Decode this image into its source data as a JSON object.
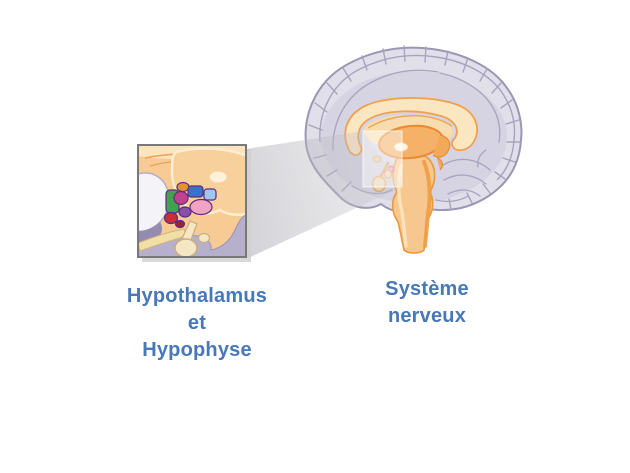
{
  "labels": {
    "inset_caption": {
      "lines": [
        "Hypothalamus",
        "et",
        "Hypophyse"
      ]
    },
    "brain_caption": {
      "lines": [
        "Système",
        "nerveux"
      ]
    }
  },
  "colors": {
    "caption_text": "#4878b8",
    "background": "#ffffff",
    "cortex_fill": "#e1e0ea",
    "cortex_stroke": "#9b96b4",
    "cortex_inner": "#d6d4e2",
    "sulci": "#a7a3bd",
    "callosum_fill": "#fbe6c2",
    "callosum_stroke": "#f0a14e",
    "septum_fill": "#f9dcae",
    "thalamus_fill": "#f5b167",
    "thalamus_stroke": "#e98a35",
    "stem_fill": "#f6c78f",
    "stem_stroke": "#e9993f",
    "stem_stripe": "#ef9c42",
    "inset_bg": "#f7cb93",
    "inset_cream_band": "#fce4bd",
    "inset_mass": "#f8d09c",
    "white_crescent": "#f4f3f7",
    "bone_fill": "#b7b0cd",
    "bone_shadow": "#948cb0",
    "bone_band": "#f2dfa8",
    "pituitary_fill": "#f5e7c4",
    "pituitary_stroke": "#c8ad7d",
    "inset_border": "#787878",
    "cone_gray_near": "rgba(172,170,178,0.50)",
    "cone_gray_far": "rgba(200,198,205,0.30)",
    "highlight_white": "rgba(255,255,255,0.45)",
    "nuclei": {
      "green": "#43a04f",
      "orange": "#e8922f",
      "magenta": "#c2418f",
      "blue": "#3a72c6",
      "light_blue": "#9dc8eb",
      "pink": "#f2a3c2",
      "purple": "#8a4fa8",
      "red": "#cb2f36",
      "dark_red": "#9c2030",
      "outline": "#5b2d83"
    }
  }
}
